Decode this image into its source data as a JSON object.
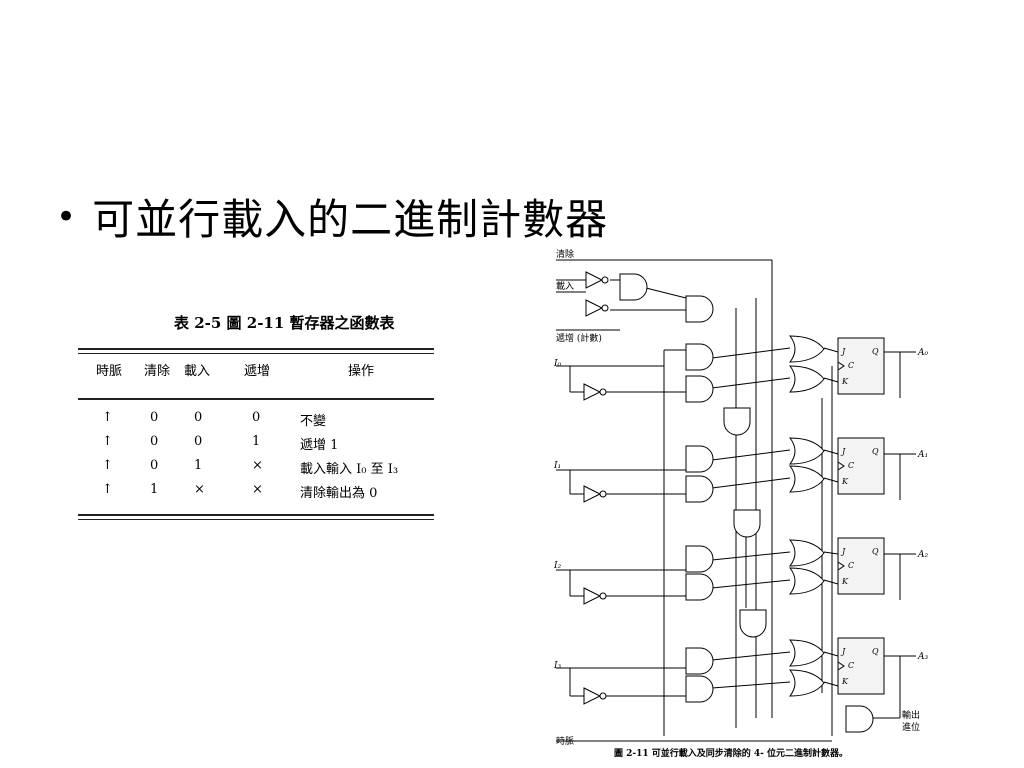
{
  "slide": {
    "bullet": "•",
    "title": "可並行載入的二進制計數器"
  },
  "table": {
    "caption": "表 2-5 圖 2-11 暫存器之函數表",
    "headers": [
      "時脈",
      "清除",
      "載入",
      "遞增",
      "操作"
    ],
    "rows": [
      [
        "↑",
        "0",
        "0",
        "0",
        "不變"
      ],
      [
        "↑",
        "0",
        "0",
        "1",
        "遞增 1"
      ],
      [
        "↑",
        "0",
        "1",
        "×",
        "載入輸入 I₀ 至 I₃"
      ],
      [
        "↑",
        "1",
        "×",
        "×",
        "清除輸出為 0"
      ]
    ]
  },
  "circuit": {
    "inputs": {
      "clear": "清除",
      "load": "載入",
      "increment": "遞增 (計數)",
      "i0": "I₀",
      "i1": "I₁",
      "i2": "I₂",
      "i3": "I₃",
      "clock": "時脈"
    },
    "ff_labels": {
      "j": "J",
      "c": "C",
      "k": "K",
      "q": "Q"
    },
    "outputs": [
      "A₀",
      "A₁",
      "A₂",
      "A₃"
    ],
    "carry": "輸出\n進位",
    "carry_line1": "輸出",
    "carry_line2": "進位",
    "caption": "圖 2-11 可並行載入及同步清除的 4- 位元二進制計數器。"
  }
}
